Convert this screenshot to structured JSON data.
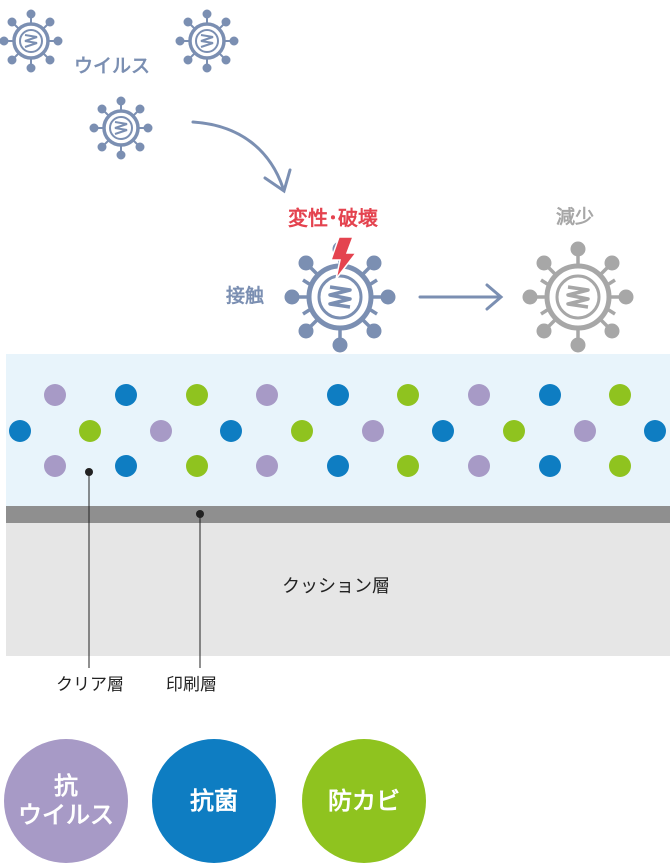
{
  "labels": {
    "virus": "ウイルス",
    "contact": "接触",
    "denature": "変性･破壊",
    "reduce": "減少",
    "cushion_layer": "クッション層",
    "clear_layer": "クリア層",
    "print_layer": "印刷層"
  },
  "badges": [
    {
      "line1": "抗",
      "line2": "ウイルス",
      "color": "#a79ac6"
    },
    {
      "line1": "抗菌",
      "line2": "",
      "color": "#0e7dc2"
    },
    {
      "line1": "防カビ",
      "line2": "",
      "color": "#8fc31f"
    }
  ],
  "colors": {
    "virus_blue": "#7b8fb2",
    "virus_gray": "#a7a7a7",
    "alert_red": "#e4434f",
    "dot_purple": "#a79ac6",
    "dot_blue": "#0e7dc2",
    "dot_green": "#8fc31f",
    "clear_layer": "#e8f4fb",
    "print_layer": "#8f8f8f",
    "cushion_layer": "#e6e6e6"
  },
  "icons": {
    "virus": "virus-icon",
    "lightning": "lightning-icon",
    "arrow": "arrow-icon"
  }
}
